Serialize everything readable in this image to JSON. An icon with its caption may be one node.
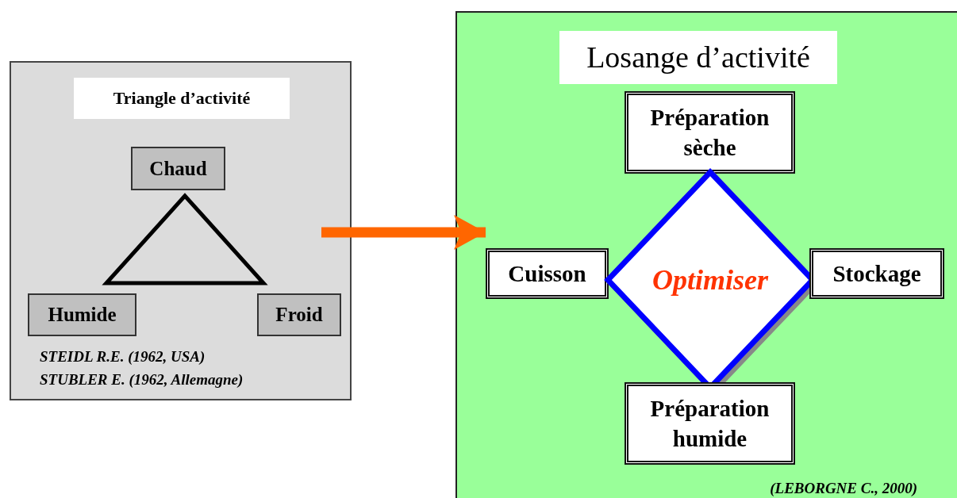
{
  "diagram": {
    "nodes": [
      {
        "text": [
          "Triangle d’activité",
          "STEIDL R.E. (1962, USA)",
          "STUBLER E. (1962, Allemagne)"
        ]
      },
      {
        "text": [
          "Chaud"
        ],
        "in": 0
      },
      {
        "text": [
          "Humide"
        ],
        "in": 0
      },
      {
        "text": [
          "Froid"
        ],
        "in": 0
      },
      {
        "text": [],
        "shape": "triangle",
        "in": 0
      },
      {
        "text": [
          "Losange d’activité",
          "(LEBORGNE C., 2000)"
        ]
      },
      {
        "text": [
          "Préparation sèche"
        ],
        "in": 5
      },
      {
        "text": [
          "Cuisson"
        ],
        "in": 5
      },
      {
        "text": [
          "Optimiser"
        ],
        "in": 5
      },
      {
        "text": [
          "Stockage"
        ],
        "in": 5
      },
      {
        "text": [
          "Préparation humide"
        ],
        "in": 5
      }
    ],
    "edges": [
      {
        "from": 0,
        "to": 5,
        "arrow": "to",
        "color": "#ff6600"
      }
    ]
  }
}
